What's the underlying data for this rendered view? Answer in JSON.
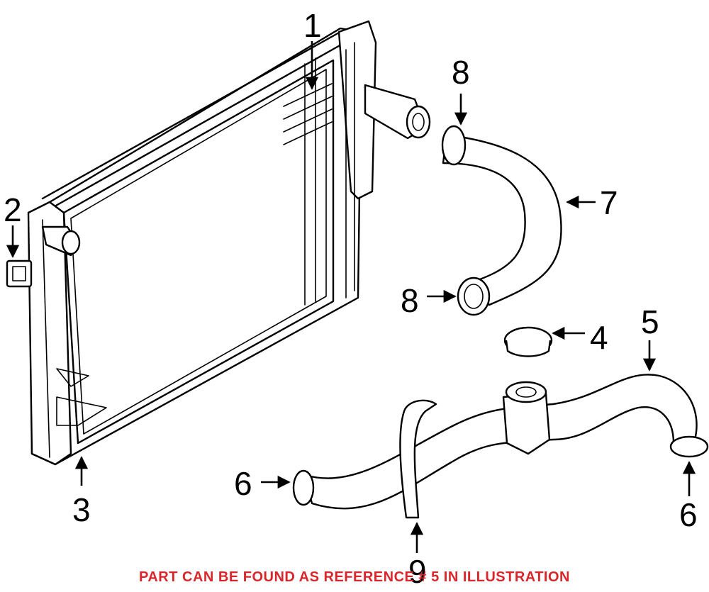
{
  "callouts": {
    "c1": "1",
    "c2": "2",
    "c3": "3",
    "c4": "4",
    "c5": "5",
    "c6a": "6",
    "c6b": "6",
    "c7": "7",
    "c8a": "8",
    "c8b": "8",
    "c9": "9"
  },
  "notice": "PART CAN BE FOUND AS REFERENCE # 5 IN ILLUSTRATION",
  "colors": {
    "notice": "#d9262b",
    "ink": "#000000"
  }
}
